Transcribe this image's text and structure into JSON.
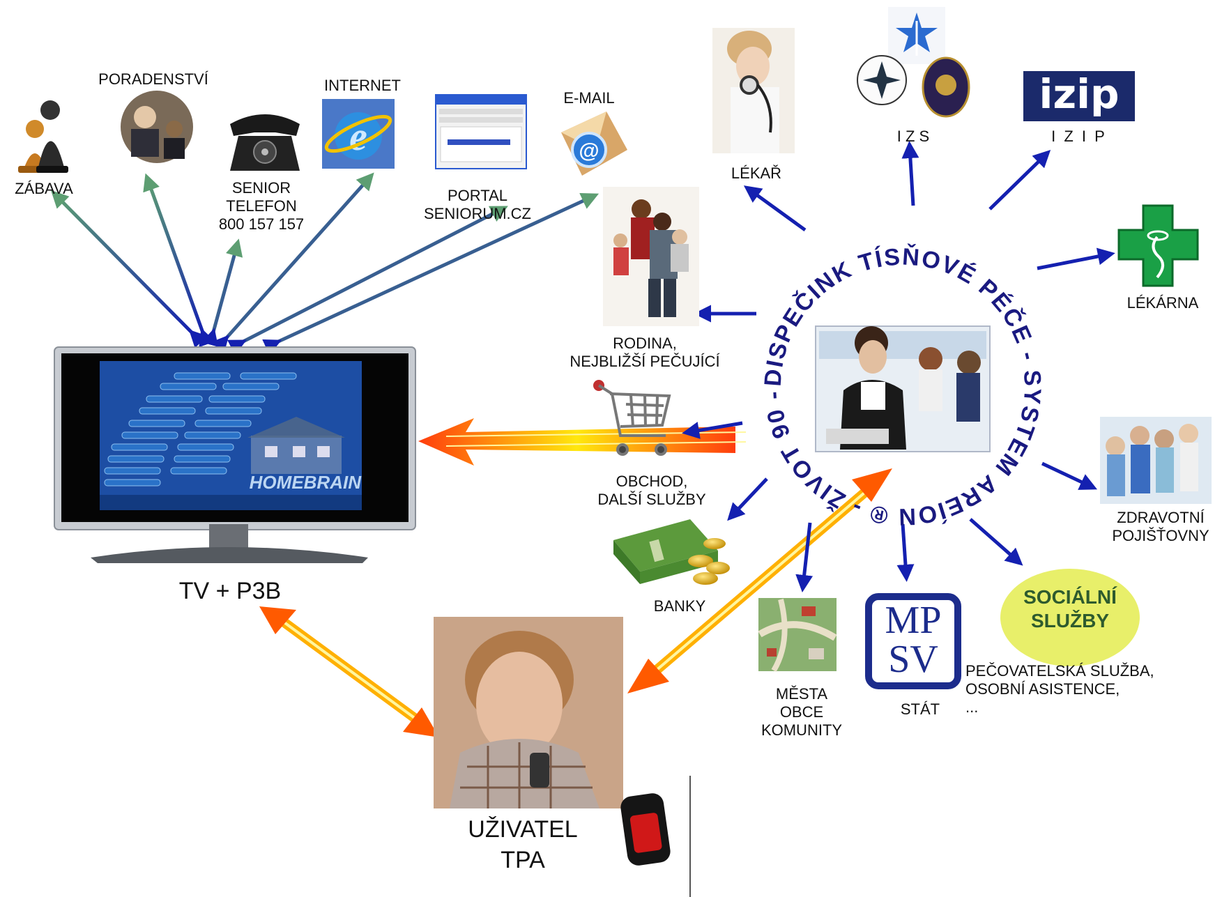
{
  "center": {
    "ring_text": "DISPEČINK TÍSŇOVÉ PÉČE - SYSTEM AREÍON ® - ŽIVOT 90 -",
    "photo": "dispatch-operators-photo"
  },
  "nodes": {
    "zabava": "ZÁBAVA",
    "poradenstvi": "PORADENSTVÍ",
    "senior_telefon": [
      "SENIOR",
      "TELEFON",
      "800 157 157"
    ],
    "internet": "INTERNET",
    "portal": [
      "PORTAL",
      "SENIORUM.CZ"
    ],
    "email": "E-MAIL",
    "rodina": [
      "RODINA,",
      "NEJBLIŽŠÍ PEČUJÍCÍ"
    ],
    "obchod": [
      "OBCHOD,",
      "DALŠÍ SLUŽBY"
    ],
    "banky": "BANKY",
    "lekar": "LÉKAŘ",
    "izs": "I Z S",
    "izip_logo": "izip",
    "izip": "I Z I P",
    "lekarna": "LÉKÁRNA",
    "pojistovny": [
      "ZDRAVOTNÍ",
      "POJIŠŤOVNY"
    ],
    "socialni_logo": [
      "SOCIÁLNÍ",
      "SLUŽBY"
    ],
    "socialni": [
      "PEČOVATELSKÁ SLUŽBA,",
      "OSOBNÍ ASISTENCE,",
      "..."
    ],
    "mpsv_logo": [
      "MP",
      "SV"
    ],
    "stat": "STÁT",
    "mesta": [
      "MĚSTA",
      "OBCE",
      "KOMUNITY"
    ],
    "tv": "TV + P3B",
    "tv_screen_brand": "HOMEBRAIN",
    "uzivatel": [
      "UŽIVATEL",
      "TPA"
    ]
  },
  "colors": {
    "blue_arrow": "#1420b0",
    "green_arrow": "#5d9e72",
    "orange_start": "#ff3300",
    "yellow_mid": "#ffe600",
    "ring_text": "#1a1a80",
    "izip_bg": "#1b2a6b",
    "pharmacy_green": "#1aa046",
    "social_bg": "#e8ef6a",
    "social_text": "#2e5b2e",
    "mpsv_blue": "#1c2c8c"
  }
}
